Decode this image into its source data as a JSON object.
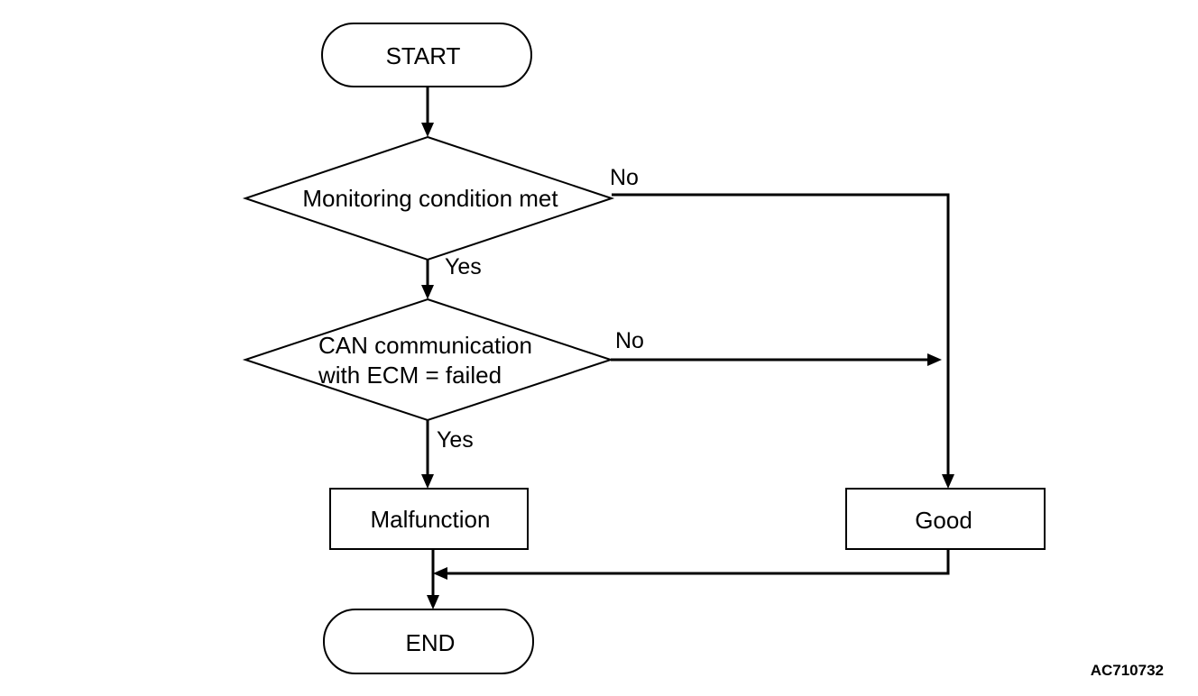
{
  "nodes": {
    "start": "START",
    "decision1": "Monitoring condition met",
    "decision2_line1": "CAN communication",
    "decision2_line2": "with ECM = failed",
    "malfunction": "Malfunction",
    "good": "Good",
    "end": "END"
  },
  "edges": {
    "d1_yes": "Yes",
    "d1_no": "No",
    "d2_yes": "Yes",
    "d2_no": "No"
  },
  "figure_code": "AC710732"
}
